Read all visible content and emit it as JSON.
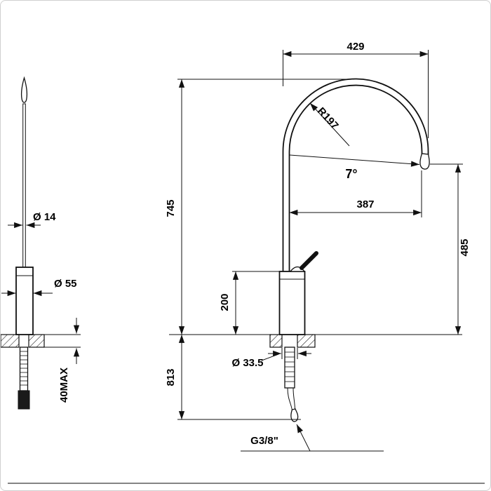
{
  "drawing": {
    "labels": {
      "top_width": "429",
      "radius": "R197",
      "angle": "7°",
      "reach": "387",
      "height_above_counter": "745",
      "outlet_height": "485",
      "body_height": "200",
      "height_below_counter": "813",
      "spout_diameter": "Ø 14",
      "body_diameter": "Ø 55",
      "hole_diameter": "Ø 33.5",
      "counter_thickness_max": "40MAX",
      "connection_thread": "G3/8\""
    }
  }
}
